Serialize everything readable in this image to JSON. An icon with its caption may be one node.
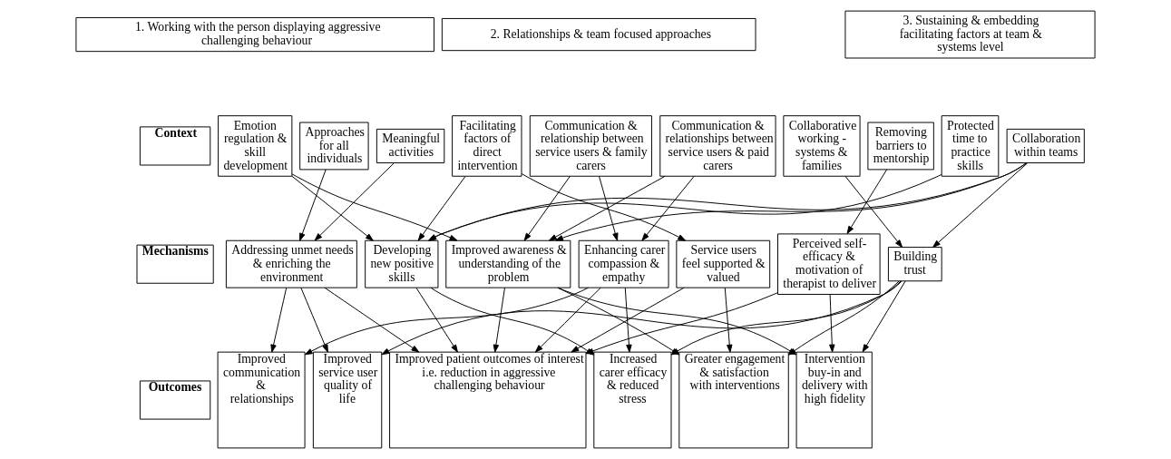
{
  "diagram": {
    "nodes": [
      {
        "text": [
          "1. Working with the person displaying aggressive challenging behaviour"
        ]
      },
      {
        "text": [
          "2. Relationships & team focused approaches"
        ]
      },
      {
        "text": [
          "3. Sustaining & embedding facilitating factors at team & systems level"
        ]
      },
      {
        "text": [
          "Context"
        ]
      },
      {
        "text": [
          "Emotion regulation & skill development"
        ]
      },
      {
        "text": [
          "Approaches for all individuals"
        ]
      },
      {
        "text": [
          "Meaningful activities"
        ]
      },
      {
        "text": [
          "Facilitating factors of direct intervention"
        ]
      },
      {
        "text": [
          "Communication & relationship between service users & family carers"
        ]
      },
      {
        "text": [
          "Communication & relationships between service users & paid carers"
        ]
      },
      {
        "text": [
          "Collaborative working - systems & families"
        ]
      },
      {
        "text": [
          "Removing barriers to mentorship"
        ]
      },
      {
        "text": [
          "Protected time to practice skills"
        ]
      },
      {
        "text": [
          "Collaboration within teams"
        ]
      },
      {
        "text": [
          "Mechanisms"
        ]
      },
      {
        "text": [
          "Addressing unmet needs & enriching the environment"
        ]
      },
      {
        "text": [
          "Developing new positive skills"
        ]
      },
      {
        "text": [
          "Improved awareness & understanding of the problem"
        ]
      },
      {
        "text": [
          "Enhancing carer compassion & empathy"
        ]
      },
      {
        "text": [
          "Service users feel supported & valued"
        ]
      },
      {
        "text": [
          "Perceived self-efficacy & motivation of therapist to deliver"
        ]
      },
      {
        "text": [
          "Building trust"
        ]
      },
      {
        "text": [
          "Outcomes"
        ]
      },
      {
        "text": [
          "Improved communication & relationships"
        ]
      },
      {
        "text": [
          "Improved service user quality of life"
        ]
      },
      {
        "text": [
          "Improved patient outcomes of interest i.e. reduction in aggressive challenging behaviour"
        ]
      },
      {
        "text": [
          "Increased carer efficacy & reduced stress"
        ]
      },
      {
        "text": [
          "Greater engagement & satisfaction with interventions"
        ]
      },
      {
        "text": [
          "Intervention buy-in and delivery with high fidelity"
        ]
      }
    ],
    "edges": [
      {
        "from": 4,
        "to": 16,
        "arrow": "to"
      },
      {
        "from": 4,
        "to": 17,
        "arrow": "to"
      },
      {
        "from": 5,
        "to": 15,
        "arrow": "to"
      },
      {
        "from": 6,
        "to": 15,
        "arrow": "to"
      },
      {
        "from": 7,
        "to": 16,
        "arrow": "to"
      },
      {
        "from": 7,
        "to": 19,
        "arrow": "to"
      },
      {
        "from": 8,
        "to": 17,
        "arrow": "to"
      },
      {
        "from": 8,
        "to": 18,
        "arrow": "to"
      },
      {
        "from": 9,
        "to": 17,
        "arrow": "to"
      },
      {
        "from": 9,
        "to": 18,
        "arrow": "to"
      },
      {
        "from": 10,
        "to": 21,
        "arrow": "to"
      },
      {
        "from": 11,
        "to": 20,
        "arrow": "to"
      },
      {
        "from": 12,
        "to": 16,
        "arrow": "to"
      },
      {
        "from": 13,
        "to": 16,
        "arrow": "to"
      },
      {
        "from": 13,
        "to": 17,
        "arrow": "to"
      },
      {
        "from": 13,
        "to": 21,
        "arrow": "to"
      },
      {
        "from": 15,
        "to": 23,
        "arrow": "to"
      },
      {
        "from": 15,
        "to": 24,
        "arrow": "to"
      },
      {
        "from": 15,
        "to": 25,
        "arrow": "to"
      },
      {
        "from": 16,
        "to": 25,
        "arrow": "to"
      },
      {
        "from": 16,
        "to": 26,
        "arrow": "to"
      },
      {
        "from": 17,
        "to": 25,
        "arrow": "to"
      },
      {
        "from": 17,
        "to": 27,
        "arrow": "to"
      },
      {
        "from": 17,
        "to": 28,
        "arrow": "to"
      },
      {
        "from": 18,
        "to": 23,
        "arrow": "to"
      },
      {
        "from": 18,
        "to": 25,
        "arrow": "to"
      },
      {
        "from": 18,
        "to": 26,
        "arrow": "to"
      },
      {
        "from": 19,
        "to": 25,
        "arrow": "to"
      },
      {
        "from": 19,
        "to": 27,
        "arrow": "to"
      },
      {
        "from": 20,
        "to": 25,
        "arrow": "to"
      },
      {
        "from": 20,
        "to": 28,
        "arrow": "to"
      },
      {
        "from": 21,
        "to": 24,
        "arrow": "to"
      },
      {
        "from": 21,
        "to": 26,
        "arrow": "to"
      },
      {
        "from": 21,
        "to": 27,
        "arrow": "to"
      },
      {
        "from": 21,
        "to": 28,
        "arrow": "to"
      }
    ]
  }
}
